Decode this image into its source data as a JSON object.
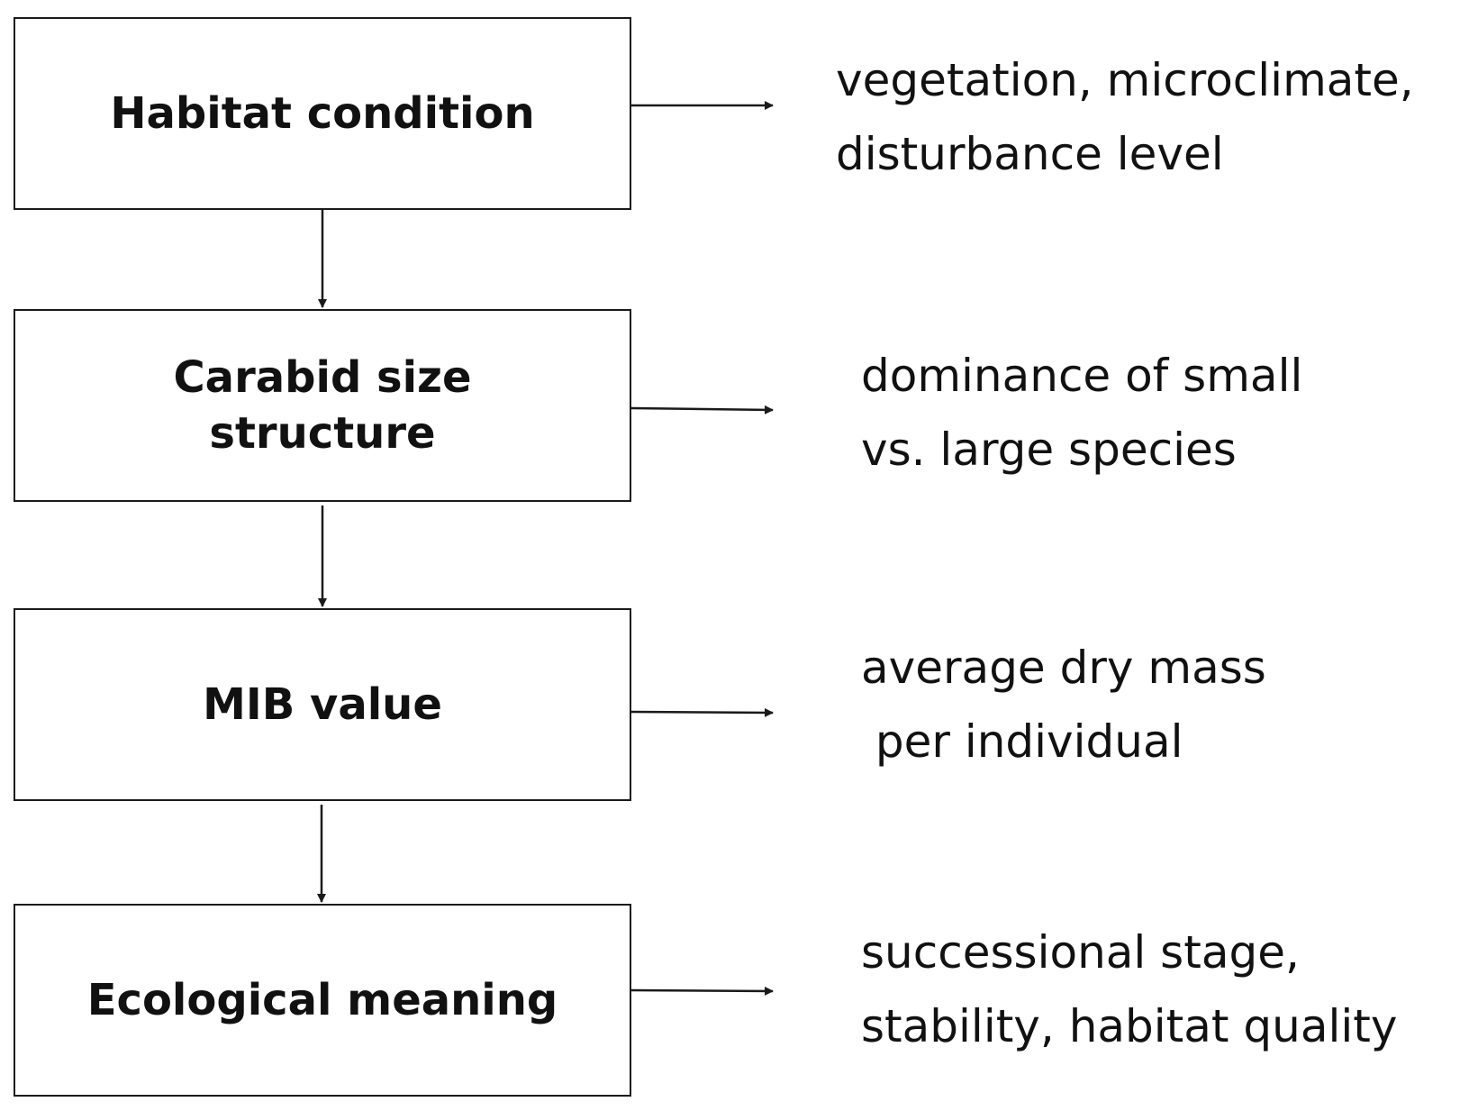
{
  "steps": [
    {
      "label": "Habitat condition",
      "description": "vegetation, microclimate,\ndisturbance level"
    },
    {
      "label": "Carabid size\nstructure",
      "description": "dominance of small\nvs. large species"
    },
    {
      "label": "MIB value",
      "description": "average dry mass\n per individual"
    },
    {
      "label": "Ecological meaning",
      "description": "successional stage,\nstability, habitat quality"
    }
  ],
  "colors": {
    "line": "#1a1a1a",
    "text": "#111111",
    "background": "#ffffff"
  }
}
